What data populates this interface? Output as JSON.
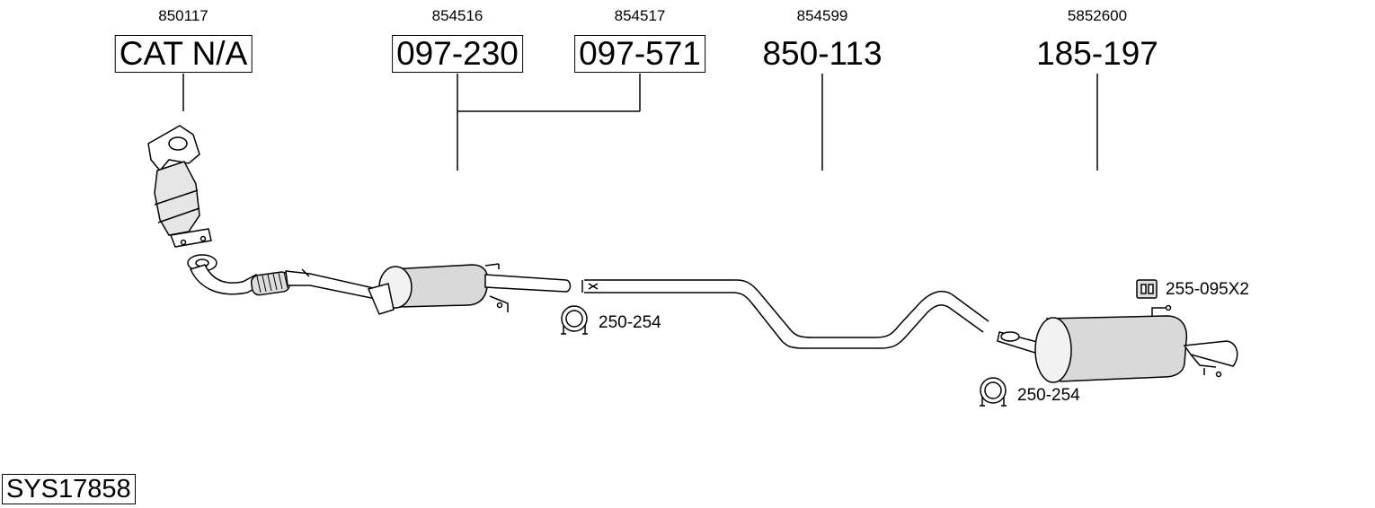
{
  "parts": [
    {
      "ref": "850117",
      "code": "CAT N/A",
      "boxed": true
    },
    {
      "ref": "854516",
      "code": "097-230",
      "boxed": true
    },
    {
      "ref": "854517",
      "code": "097-571",
      "boxed": true
    },
    {
      "ref": "854599",
      "code": "850-113",
      "boxed": false
    },
    {
      "ref": "5852600",
      "code": "185-197",
      "boxed": false
    }
  ],
  "accessories": {
    "clamp_front": "250-254",
    "clamp_rear": "250-254",
    "rubber_mount": "255-095X2"
  },
  "system_id": "SYS17858"
}
